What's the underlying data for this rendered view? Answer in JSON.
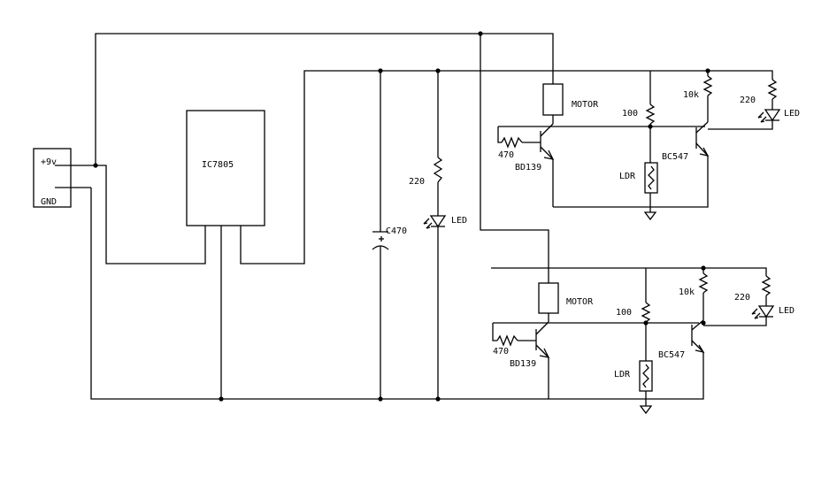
{
  "labels": {
    "connector_plus": "+9v",
    "connector_gnd": "GND",
    "regulator": "IC7805",
    "capacitor": "C470",
    "r_ind": "220",
    "led_ind": "LED",
    "top": {
      "motor": "MOTOR",
      "r_base": "470",
      "transistor_power": "BD139",
      "r_100": "100",
      "r_10k": "10k",
      "r_220": "220",
      "led": "LED",
      "transistor_small": "BC547",
      "ldr": "LDR"
    },
    "bottom": {
      "motor": "MOTOR",
      "r_base": "470",
      "transistor_power": "BD139",
      "r_100": "100",
      "r_10k": "10k",
      "r_220": "220",
      "led": "LED",
      "transistor_small": "BC547",
      "ldr": "LDR"
    }
  }
}
